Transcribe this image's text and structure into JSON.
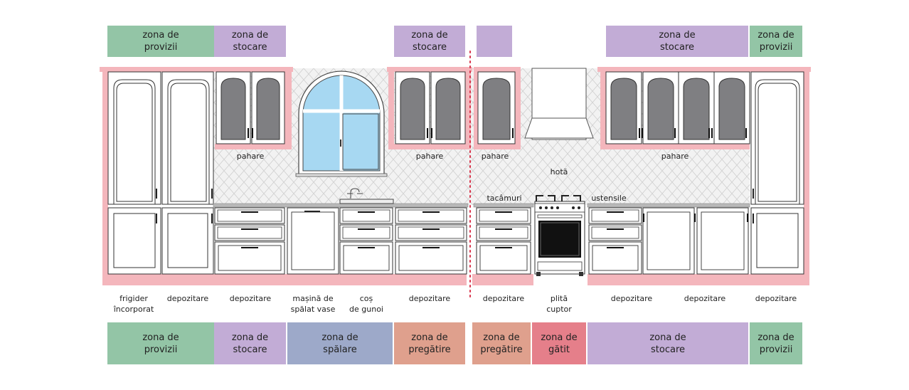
{
  "colors": {
    "provizii": "#93c5a6",
    "stocare": "#c2acd6",
    "spalare": "#9da9c9",
    "pregatire": "#dfa08d",
    "gatit": "#e57f8a",
    "cabinet_outline": "#f1a6ae",
    "backsplash": "#f0f0f0",
    "glass": "#7f7f82",
    "window": "#a7d8f2"
  },
  "top_zones": [
    {
      "key": "provizii",
      "text": "zona de\nprovizii"
    },
    {
      "key": "stocare",
      "text": "zona de\nstocare"
    },
    {
      "key": "stocare",
      "text": "zona de\nstocare"
    },
    {
      "key": "stocare",
      "text": ""
    },
    {
      "key": "stocare",
      "text": "zona de\nstocare"
    },
    {
      "key": "provizii",
      "text": "zona de\nprovizii"
    }
  ],
  "bottom_zones": [
    {
      "key": "provizii",
      "text": "zona de\nprovizii"
    },
    {
      "key": "stocare",
      "text": "zona de\nstocare"
    },
    {
      "key": "spalare",
      "text": "zona de\nspălare"
    },
    {
      "key": "pregatire",
      "text": "zona de\npregătire"
    },
    {
      "key": "pregatire",
      "text": "zona de\npregătire"
    },
    {
      "key": "gatit",
      "text": "zona de\ngătit"
    },
    {
      "key": "stocare",
      "text": "zona de\nstocare"
    },
    {
      "key": "provizii",
      "text": "zona de\nprovizii"
    }
  ],
  "upper_labels": [
    "pahare",
    "pahare",
    "pahare",
    "pahare"
  ],
  "misc_labels": {
    "hota": "hotă",
    "tacamuri": "tacâmuri",
    "ustensile": "ustensile"
  },
  "base_labels": [
    "frigider\nîncorporat",
    "depozitare",
    "depozitare",
    "mașină de\nspălat vase",
    "coș\nde gunoi",
    "depozitare",
    "depozitare",
    "plită\ncuptor",
    "depozitare",
    "depozitare",
    "depozitare"
  ]
}
